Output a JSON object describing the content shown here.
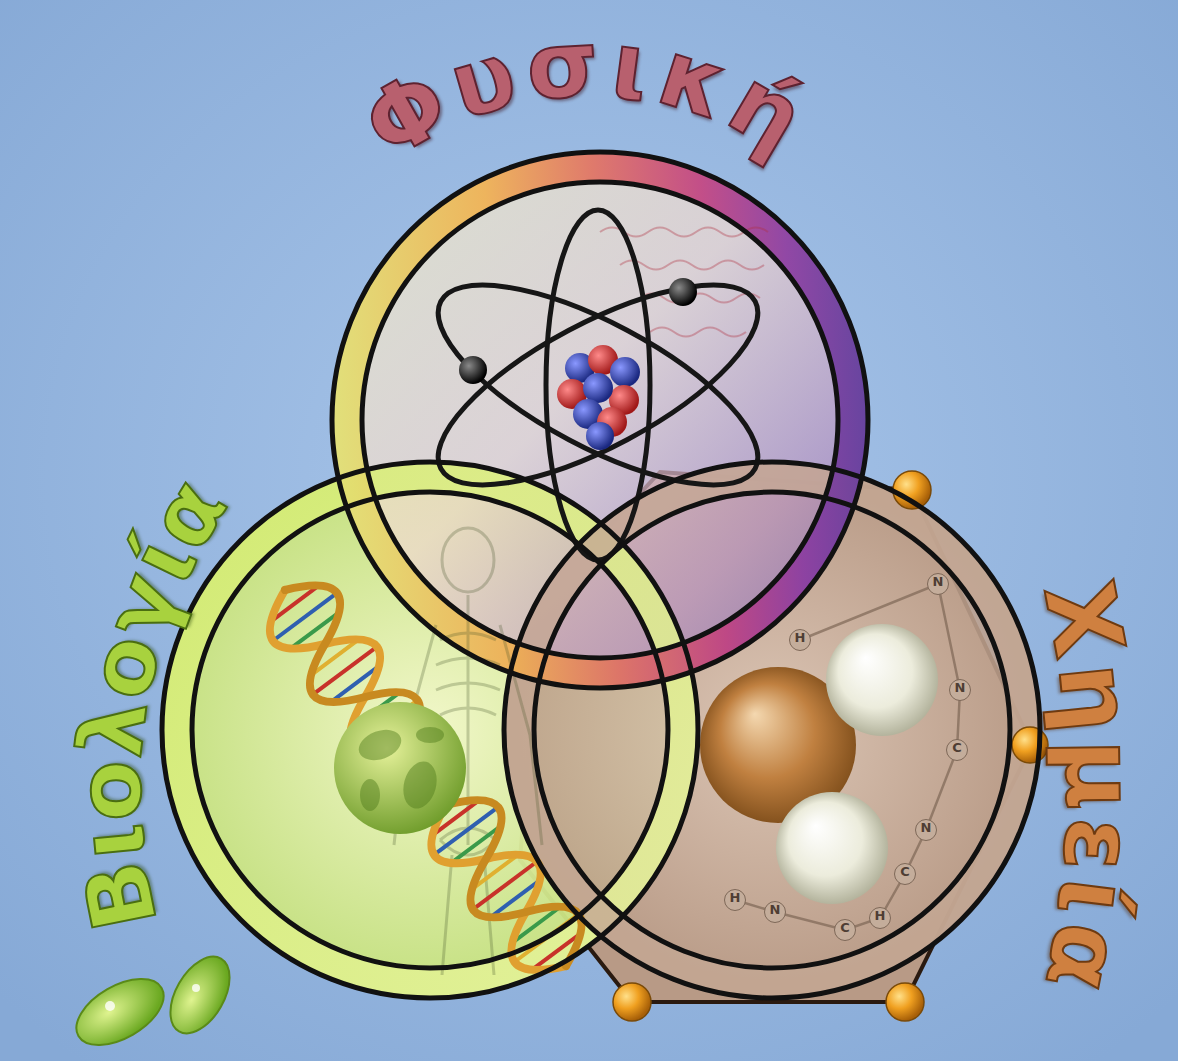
{
  "diagram": {
    "nodes": [
      {
        "text": [
          "Φυσική"
        ]
      },
      {
        "text": [
          "Βιολογία"
        ]
      },
      {
        "text": [
          "Χημεία"
        ]
      }
    ],
    "labels": [
      "N",
      "H",
      "N",
      "C",
      "N",
      "C",
      "H",
      "N",
      "C",
      "H"
    ]
  }
}
